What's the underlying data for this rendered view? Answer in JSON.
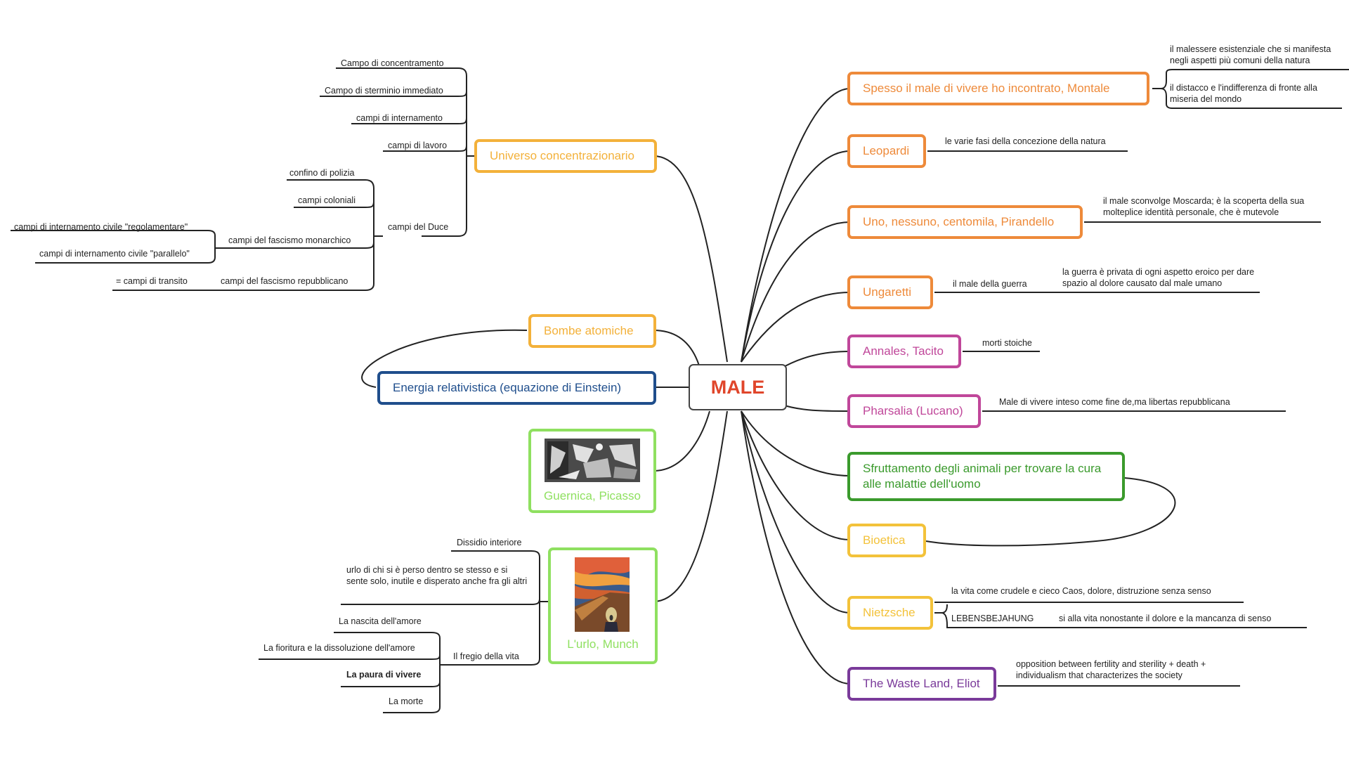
{
  "root": {
    "label": "MALE",
    "color": "#e0462b"
  },
  "left": {
    "universo": {
      "label": "Universo concentrazionario",
      "color": "#f3b13a",
      "children": [
        "Campo di concentramento",
        "Campo di sterminio immediato",
        "campi di internamento",
        "campi di lavoro",
        "campi del Duce"
      ],
      "duce": {
        "children": [
          "confino di polizia",
          "campi coloniali",
          "campi del fascismo monarchico",
          "campi del fascismo repubblicano"
        ],
        "monarchico": [
          "campi di internamento civile \"regolamentare\"",
          "campi di internamento civile \"parallelo\""
        ],
        "repubblicano": [
          "= campi di transito"
        ]
      }
    },
    "bombe": {
      "label": "Bombe atomiche",
      "color": "#f3b13a"
    },
    "energia": {
      "label": "Energia relativistica (equazione di Einstein)",
      "color": "#1f4e8c"
    },
    "guernica": {
      "label": "Guernica, Picasso",
      "color": "#8fe060"
    },
    "urlo": {
      "label": "L'urlo, Munch",
      "color": "#8fe060",
      "children": [
        "Dissidio interiore",
        "urlo di chi si è perso dentro se stesso e si sente solo, inutile e disperato anche fra gli altri",
        "Il fregio della vita"
      ],
      "fregio": [
        "La nascita dell'amore",
        "La fioritura e la dissoluzione dell'amore",
        "La paura di vivere",
        "La morte"
      ]
    }
  },
  "right": {
    "montale": {
      "label": "Spesso il male di vivere ho incontrato, Montale",
      "color": "#ee8a3a",
      "notes": [
        "il malessere esistenziale che si manifesta negli aspetti più comuni della natura",
        "il distacco e l'indifferenza di fronte alla miseria del mondo"
      ]
    },
    "leopardi": {
      "label": "Leopardi",
      "color": "#ee8a3a",
      "notes": [
        "le varie fasi della concezione della natura"
      ]
    },
    "pirandello": {
      "label": "Uno, nessuno, centomila, Pirandello",
      "color": "#ee8a3a",
      "notes": [
        "il male sconvolge Moscarda; è la scoperta della sua molteplice identità personale, che è mutevole"
      ]
    },
    "ungaretti": {
      "label": "Ungaretti",
      "color": "#ee8a3a",
      "notes": [
        "il male della guerra",
        "la guerra è privata di ogni aspetto eroico per dare spazio al dolore causato dal male umano"
      ]
    },
    "tacito": {
      "label": "Annales, Tacito",
      "color": "#c0479a",
      "notes": [
        "morti stoiche"
      ]
    },
    "lucano": {
      "label": "Pharsalia (Lucano)",
      "color": "#c0479a",
      "notes": [
        "Male di vivere inteso come fine de,ma libertas repubblicana"
      ]
    },
    "animali": {
      "label": "Sfruttamento degli animali per trovare la cura alle malattie dell'uomo",
      "color": "#3a9a2c"
    },
    "bioetica": {
      "label": "Bioetica",
      "color": "#f3c23a"
    },
    "nietzsche": {
      "label": "Nietzsche",
      "color": "#f3c23a",
      "notes": [
        "la vita come crudele e cieco Caos, dolore, distruzione senza senso",
        "LEBENSBEJAHUNG",
        "si alla vita nonostante il dolore e la mancanza di senso"
      ]
    },
    "eliot": {
      "label": "The Waste Land, Eliot",
      "color": "#7a3a9a",
      "notes": [
        "opposition between fertility and sterility + death + individualism that characterizes the society"
      ]
    }
  }
}
